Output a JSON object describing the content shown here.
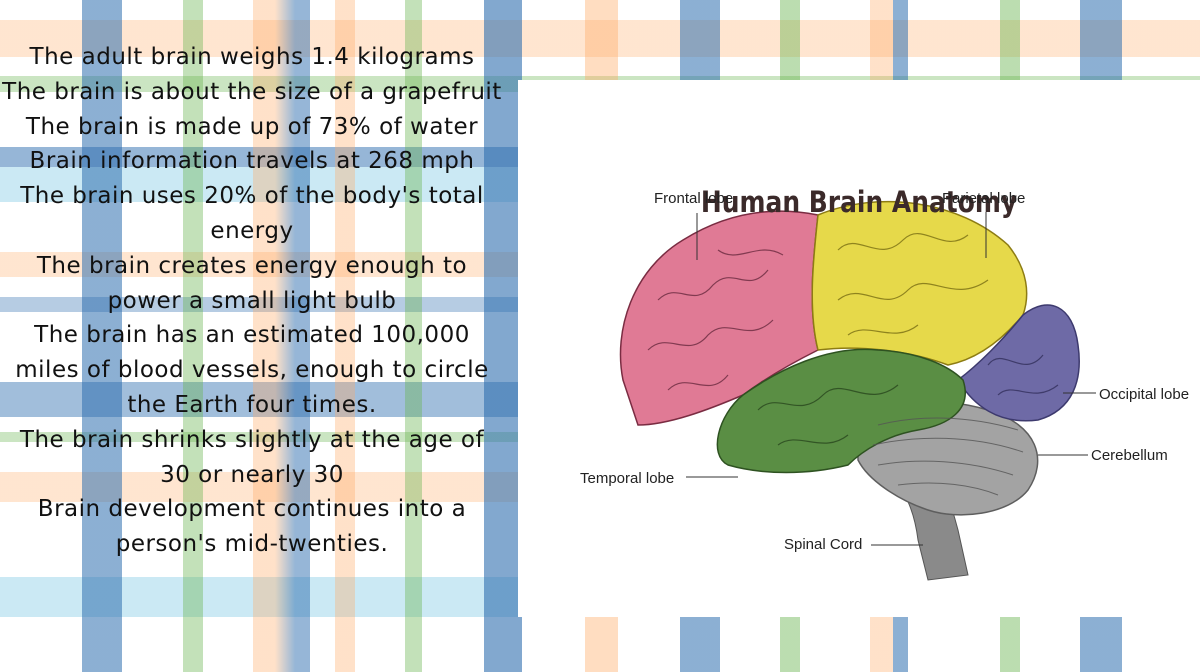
{
  "facts": [
    "The adult brain weighs 1.4 kilograms",
    "The brain is about the size of a grapefruit",
    "The brain is made up of 73% of water",
    "Brain information travels at 268 mph",
    "The brain uses 20% of the body's total energy",
    "The brain creates energy enough to power a small light bulb",
    "The brain has an estimated 100,000 miles of blood vessels, enough to circle the Earth four times.",
    "The brain shrinks slightly at the age of 30 or nearly 30",
    "Brain development continues into a person's mid-twenties."
  ],
  "diagram": {
    "title": "Human Brain Anatomy",
    "labels": {
      "frontal": "Frontal lobe",
      "parietal": "Parietal lobe",
      "occipital": "Occipital lobe",
      "cerebellum": "Cerebellum",
      "temporal": "Temporal lobe",
      "spinal": "Spinal Cord"
    },
    "colors": {
      "frontal": "#e07a95",
      "parietal": "#e6d94a",
      "occipital": "#6e6aa6",
      "temporal": "#5a8e44",
      "cerebellum": "#9a9a9a",
      "title": "#3b2a2a"
    }
  }
}
